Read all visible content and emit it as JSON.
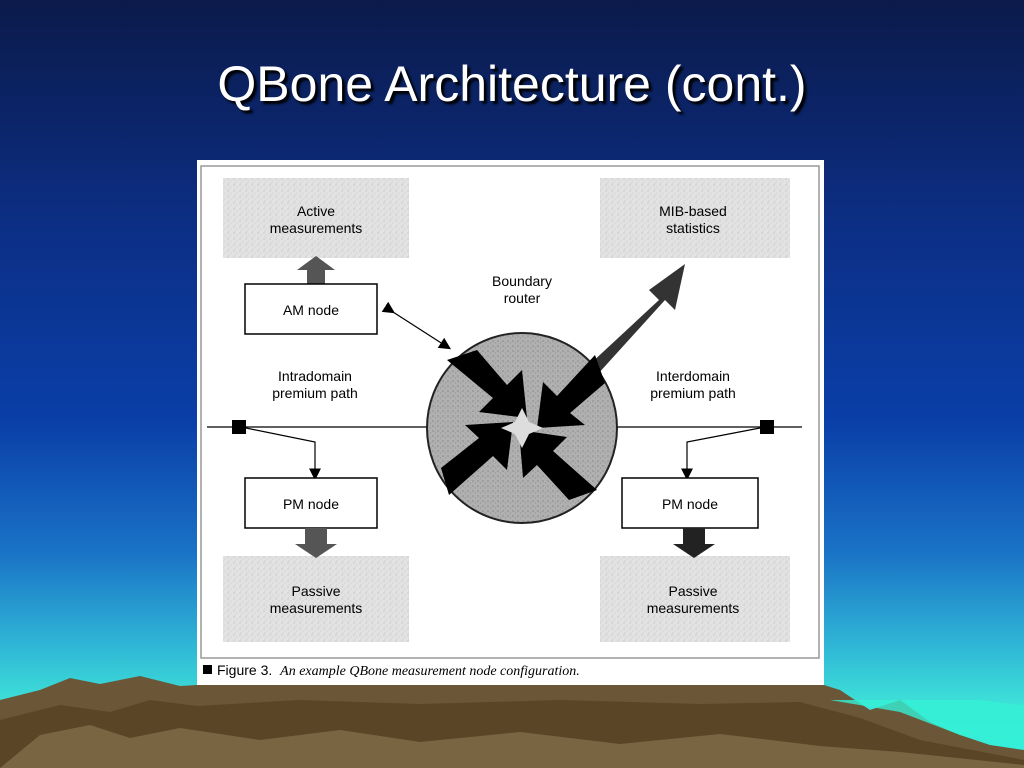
{
  "slide": {
    "title": "QBone Architecture (cont.)"
  },
  "diagram": {
    "active_box": {
      "line1": "Active",
      "line2": "measurements"
    },
    "mib_box": {
      "line1": "MIB-based",
      "line2": "statistics"
    },
    "am_node": "AM node",
    "boundary_router": {
      "line1": "Boundary",
      "line2": "router"
    },
    "intra_path": {
      "line1": "Intradomain",
      "line2": "premium path"
    },
    "inter_path": {
      "line1": "Interdomain",
      "line2": "premium path"
    },
    "pm_node_left": "PM node",
    "pm_node_right": "PM node",
    "passive_left": {
      "line1": "Passive",
      "line2": "measurements"
    },
    "passive_right": {
      "line1": "Passive",
      "line2": "measurements"
    },
    "caption_label": "Figure 3.",
    "caption_text": "An example QBone measurement node configuration."
  },
  "colors": {
    "sky_top": "#0b1a4a",
    "sea": "#2ff5d9",
    "mountain": "#6b5637"
  }
}
